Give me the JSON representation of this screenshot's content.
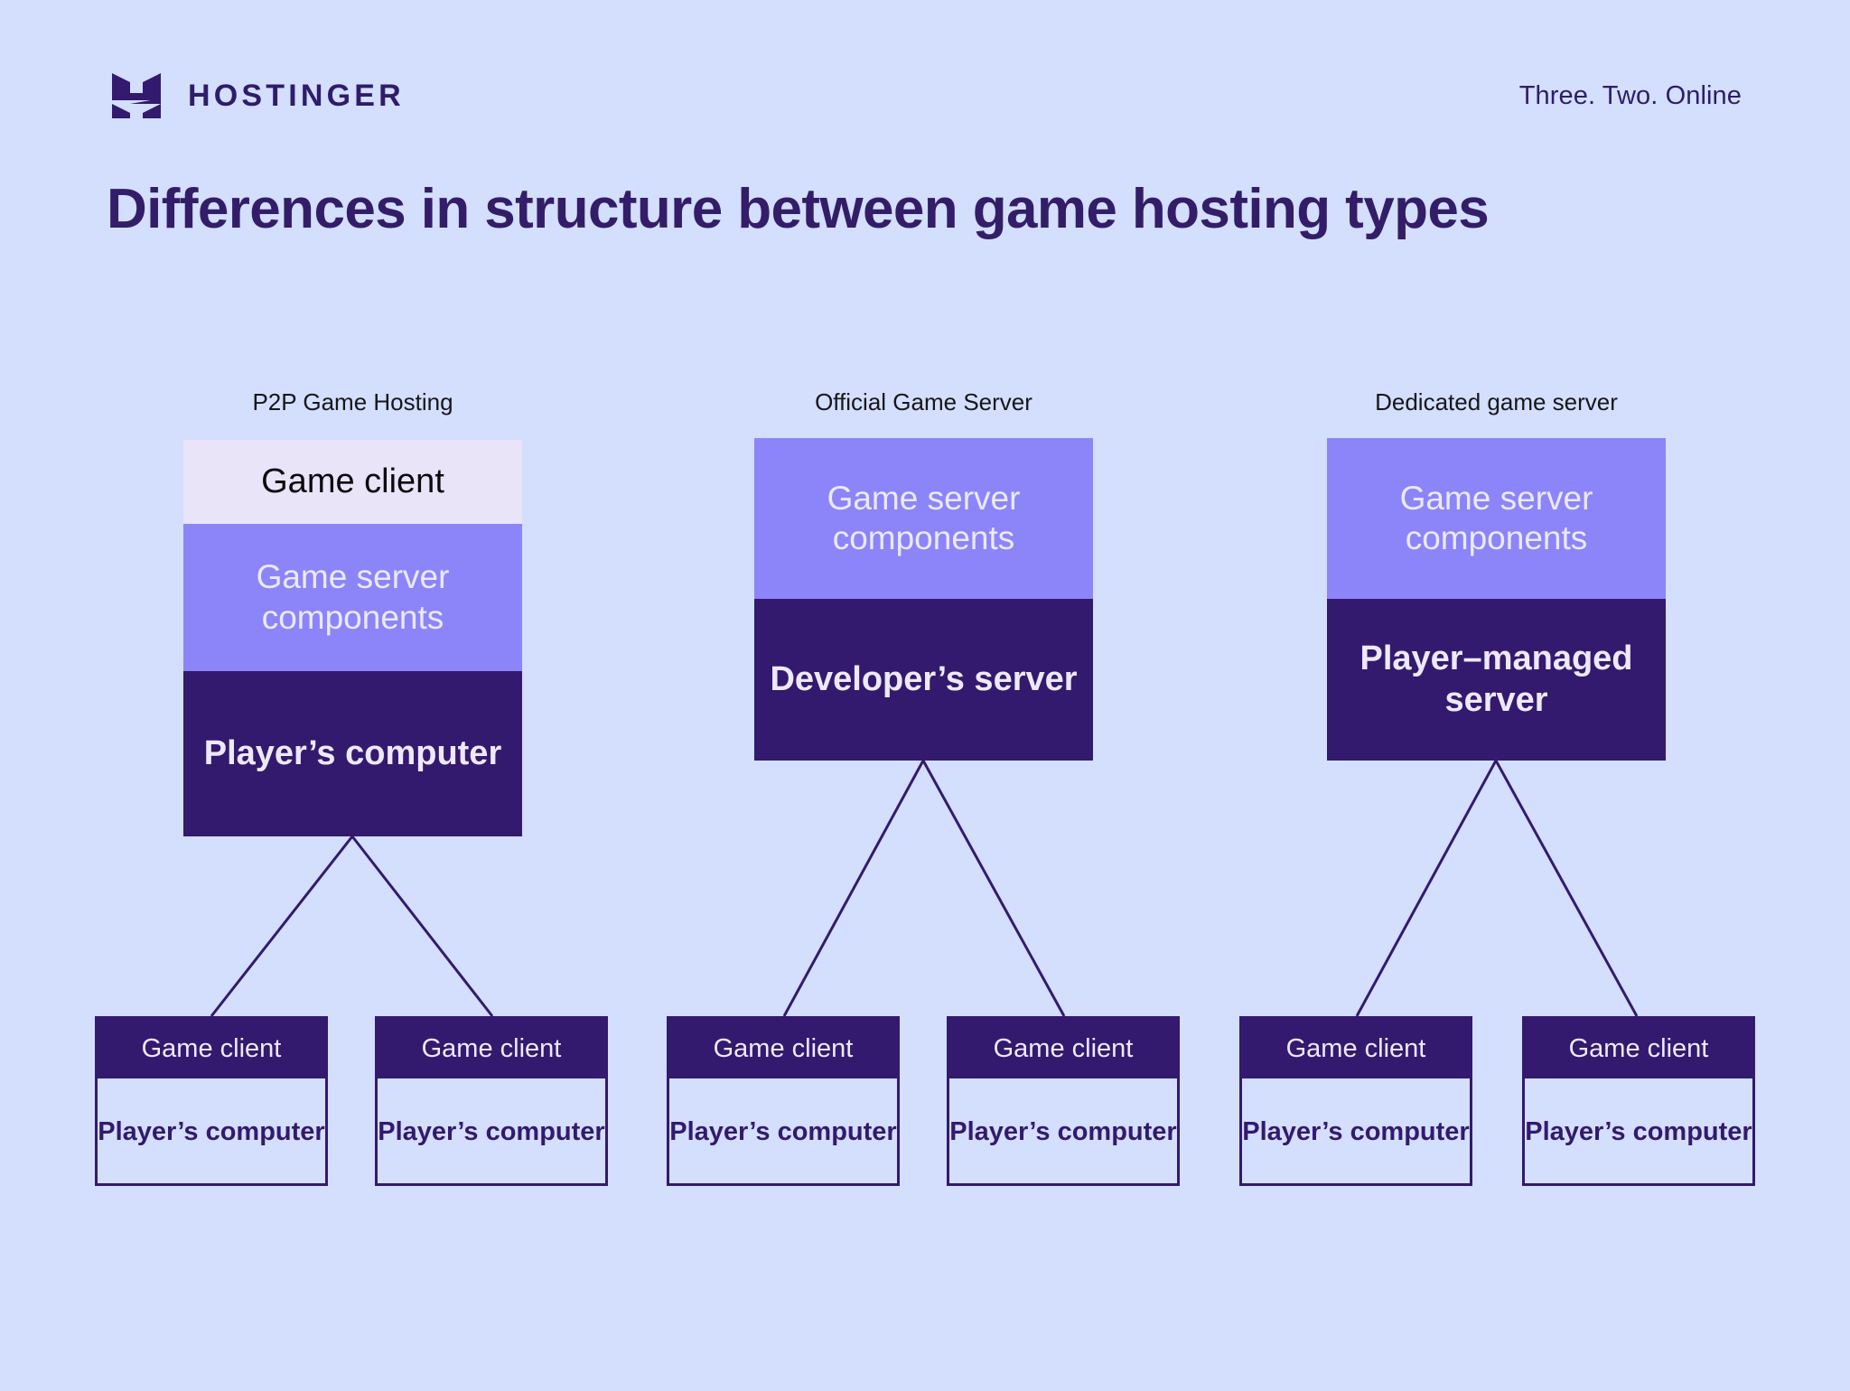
{
  "header": {
    "brand_name": "HOSTINGER",
    "logo_icon": "hostinger-h-logo",
    "tagline": "Three. Two. Online"
  },
  "title": "Differences in structure between game hosting types",
  "colors": {
    "background": "#d3dffd",
    "dark_purple": "#331a6e",
    "mid_purple": "#8c85f9",
    "light_lavender": "#eae4f8",
    "title_text": "#341d68",
    "label_text": "#17161a"
  },
  "columns": [
    {
      "label": "P2P Game Hosting",
      "stack": [
        {
          "text": "Game client",
          "style": "client"
        },
        {
          "text": "Game server components",
          "style": "components"
        },
        {
          "text": "Player’s computer",
          "style": "server"
        }
      ],
      "clients": [
        {
          "head": "Game client",
          "body": "Player’s computer"
        },
        {
          "head": "Game client",
          "body": "Player’s computer"
        }
      ]
    },
    {
      "label": "Official Game Server",
      "stack": [
        {
          "text": "Game server components",
          "style": "components"
        },
        {
          "text": "Developer’s server",
          "style": "server"
        }
      ],
      "clients": [
        {
          "head": "Game client",
          "body": "Player’s computer"
        },
        {
          "head": "Game client",
          "body": "Player’s computer"
        }
      ]
    },
    {
      "label": "Dedicated game server",
      "stack": [
        {
          "text": "Game server components",
          "style": "components"
        },
        {
          "text": "Player–managed server",
          "style": "server"
        }
      ],
      "clients": [
        {
          "head": "Game client",
          "body": "Player’s computer"
        },
        {
          "head": "Game client",
          "body": "Player’s computer"
        }
      ]
    }
  ]
}
